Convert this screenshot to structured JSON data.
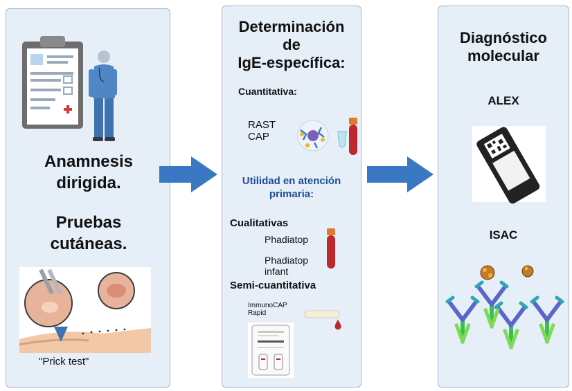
{
  "panel1": {
    "title_lines": [
      "Anamnesis",
      "dirigida."
    ],
    "subtitle_lines": [
      "Pruebas",
      "cutáneas."
    ],
    "prick_caption": "\"Prick test\""
  },
  "panel2": {
    "title_lines": [
      "Determinación",
      "de",
      "IgE-específica:"
    ],
    "quantitative_label": "Cuantitativa:",
    "rast_label": "RAST",
    "cap_label": "CAP",
    "primary_care_lines": [
      "Utilidad en atención",
      "primaria:"
    ],
    "qualitative_label": "Cualitativas",
    "phadiatop_label": "Phadiatop",
    "phadiatop_infant_lines": [
      "Phadiatop",
      "infant"
    ],
    "semi_label": "Semi-cuantitativa",
    "immunocap_lines": [
      "ImmunoCAP",
      "Rapid"
    ],
    "accent_color": "#1f4e96"
  },
  "panel3": {
    "title_lines": [
      "Diagnóstico",
      "molecular"
    ],
    "alex_label": "ALEX",
    "isac_label": "ISAC"
  },
  "colors": {
    "panel_bg": "#e6eef8",
    "panel_border": "#9fb6d3",
    "arrow": "#3b78c4"
  },
  "icons": [
    "clipboard-icon",
    "doctor-icon",
    "skin-test-icon",
    "molecule-icon",
    "test-tube-icon",
    "microarray-chip-icon",
    "antibody-icon",
    "blood-drop-icon",
    "cassette-icon"
  ]
}
